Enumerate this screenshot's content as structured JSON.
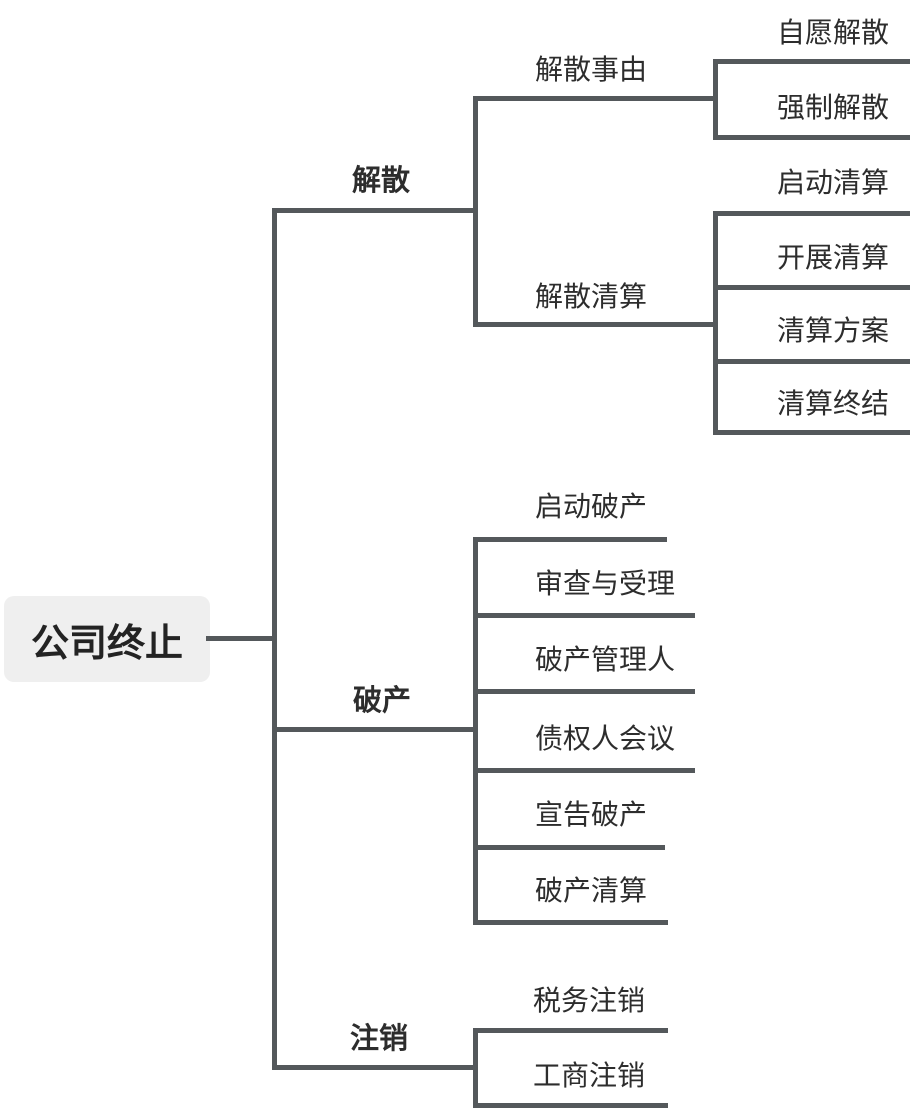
{
  "diagram": {
    "type": "mindmap",
    "root": {
      "label": "公司终止"
    },
    "branches": [
      {
        "label": "解散",
        "children": [
          {
            "label": "解散事由",
            "children": [
              {
                "label": "自愿解散"
              },
              {
                "label": "强制解散"
              }
            ]
          },
          {
            "label": "解散清算",
            "children": [
              {
                "label": "启动清算"
              },
              {
                "label": "开展清算"
              },
              {
                "label": "清算方案"
              },
              {
                "label": "清算终结"
              }
            ]
          }
        ]
      },
      {
        "label": "破产",
        "children": [
          {
            "label": "启动破产"
          },
          {
            "label": "审查与受理"
          },
          {
            "label": "破产管理人"
          },
          {
            "label": "债权人会议"
          },
          {
            "label": "宣告破产"
          },
          {
            "label": "破产清算"
          }
        ]
      },
      {
        "label": "注销",
        "children": [
          {
            "label": "税务注销"
          },
          {
            "label": "工商注销"
          }
        ]
      }
    ],
    "colors": {
      "line": "#54585b",
      "text": "#2d2d2d",
      "root_bg": "#efefef"
    }
  }
}
